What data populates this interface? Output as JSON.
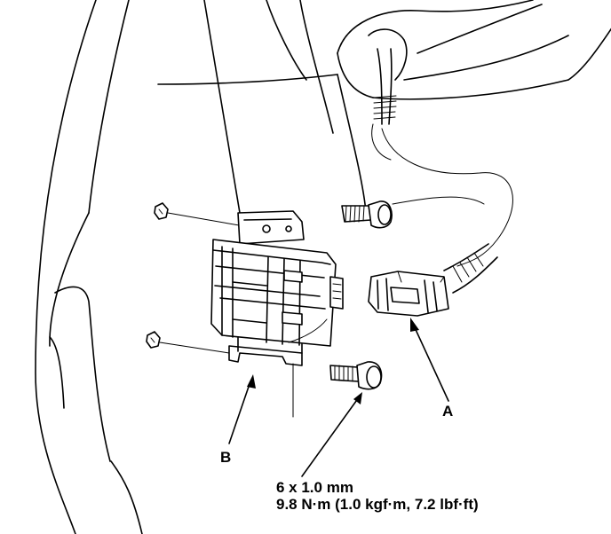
{
  "callouts": {
    "connector": "A",
    "bracket": "B"
  },
  "spec": {
    "bolt_size": "6 x 1.0 mm",
    "torque": "9.8 N·m (1.0 kgf·m, 7.2 lbf·ft)"
  }
}
